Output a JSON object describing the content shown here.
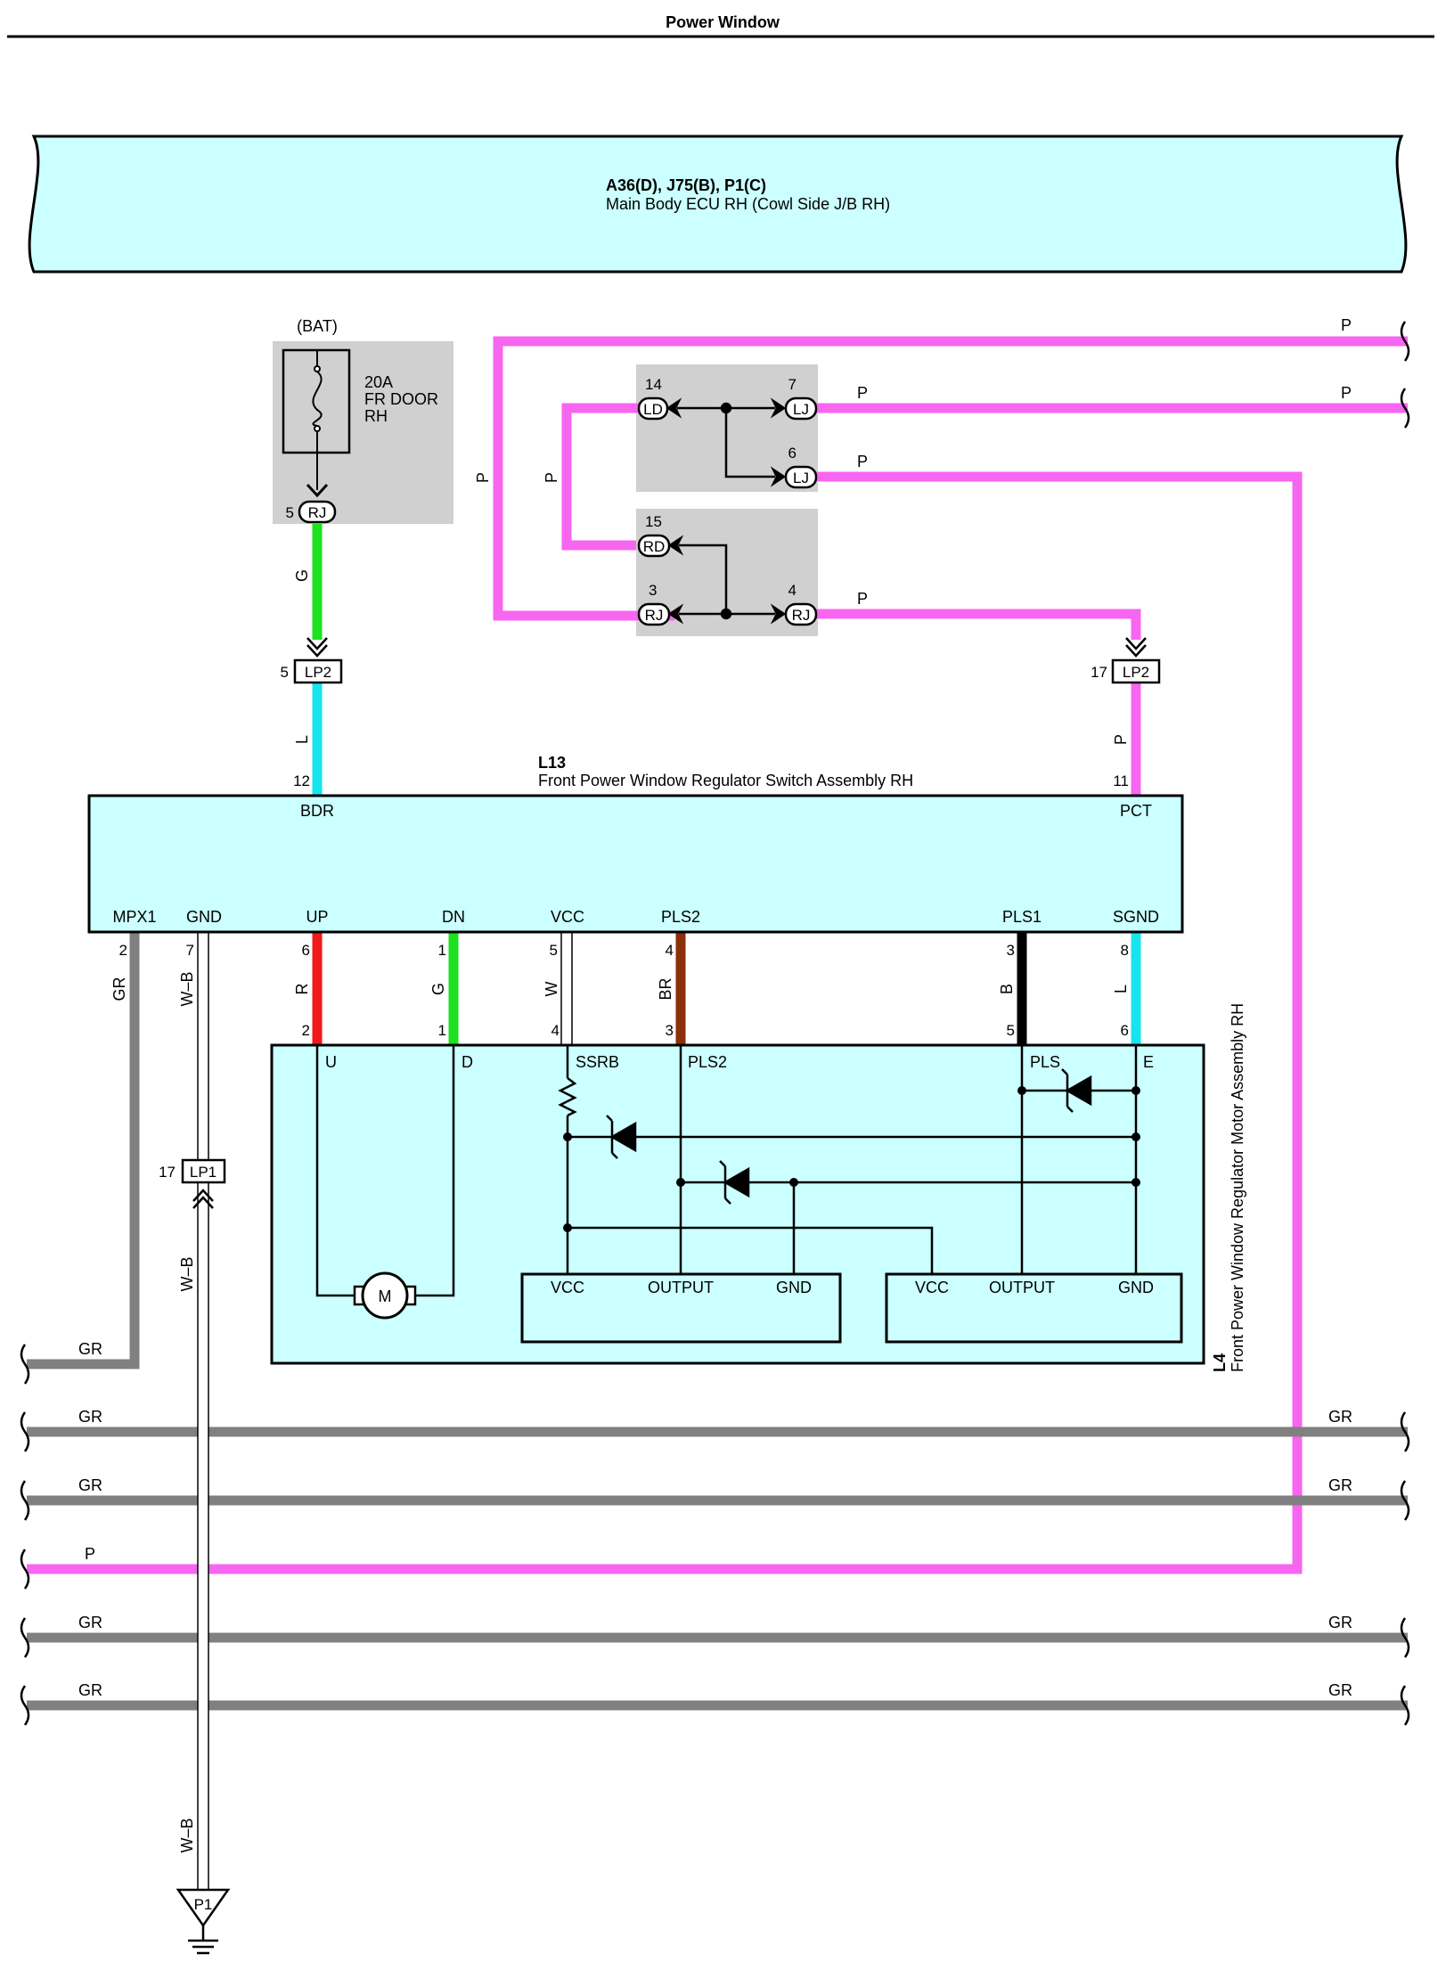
{
  "page_title": "Power Window",
  "ecu": {
    "codes": "A36(D), J75(B), P1(C)",
    "name": "Main Body ECU RH (Cowl Side J/B RH)"
  },
  "fuse": {
    "source": "(BAT)",
    "rating": "20A",
    "line1": "FR DOOR",
    "line2": "RH"
  },
  "connectors": {
    "rj": "RJ",
    "ld": "LD",
    "lj": "LJ",
    "rd": "RD",
    "lp2": "LP2",
    "lp1": "LP1",
    "p1": "P1"
  },
  "pins": {
    "fuse_rj": "5",
    "ld": "14",
    "lj7": "7",
    "lj6": "6",
    "rd": "15",
    "rj3": "3",
    "rj4": "4",
    "lp2_left": "5",
    "lp2_right": "17",
    "lp1": "17",
    "bdr": "12",
    "pct": "11",
    "mpx1": "2",
    "gnd": "7",
    "up": "6",
    "dn": "1",
    "vcc": "5",
    "pls2": "4",
    "pls1": "3",
    "sgnd": "8",
    "u": "2",
    "d": "1",
    "ssrb": "4",
    "pls2b": "3",
    "pls": "5",
    "e": "6"
  },
  "wires": {
    "g": "G",
    "l": "L",
    "p": "P",
    "gr": "GR",
    "wb": "W–B",
    "r": "R",
    "w": "W",
    "br": "BR",
    "b": "B"
  },
  "switch": {
    "code": "L13",
    "name": "Front Power Window Regulator Switch Assembly RH",
    "terminals": {
      "bdr": "BDR",
      "pct": "PCT",
      "mpx1": "MPX1",
      "gnd": "GND",
      "up": "UP",
      "dn": "DN",
      "vcc": "VCC",
      "pls2": "PLS2",
      "pls1": "PLS1",
      "sgnd": "SGND"
    }
  },
  "motor": {
    "code": "L4",
    "name": "Front Power Window Regulator Motor Assembly RH",
    "terminals": {
      "u": "U",
      "d": "D",
      "ssrb": "SSRB",
      "pls2": "PLS2",
      "pls": "PLS",
      "e": "E"
    },
    "symbol": "M",
    "sensor_left": {
      "vcc": "VCC",
      "output": "OUTPUT",
      "gnd": "GND"
    },
    "sensor_right": {
      "vcc": "VCC",
      "output": "OUTPUT",
      "gnd": "GND"
    }
  },
  "colors": {
    "pink": "#f766f0",
    "green": "#1de21d",
    "cyan": "#16e5f0",
    "gray": "#808080",
    "red": "#f01818",
    "brown": "#8b3008",
    "black": "#000000",
    "box_fill": "#ccffff",
    "gray_box": "#d0d0d0"
  }
}
